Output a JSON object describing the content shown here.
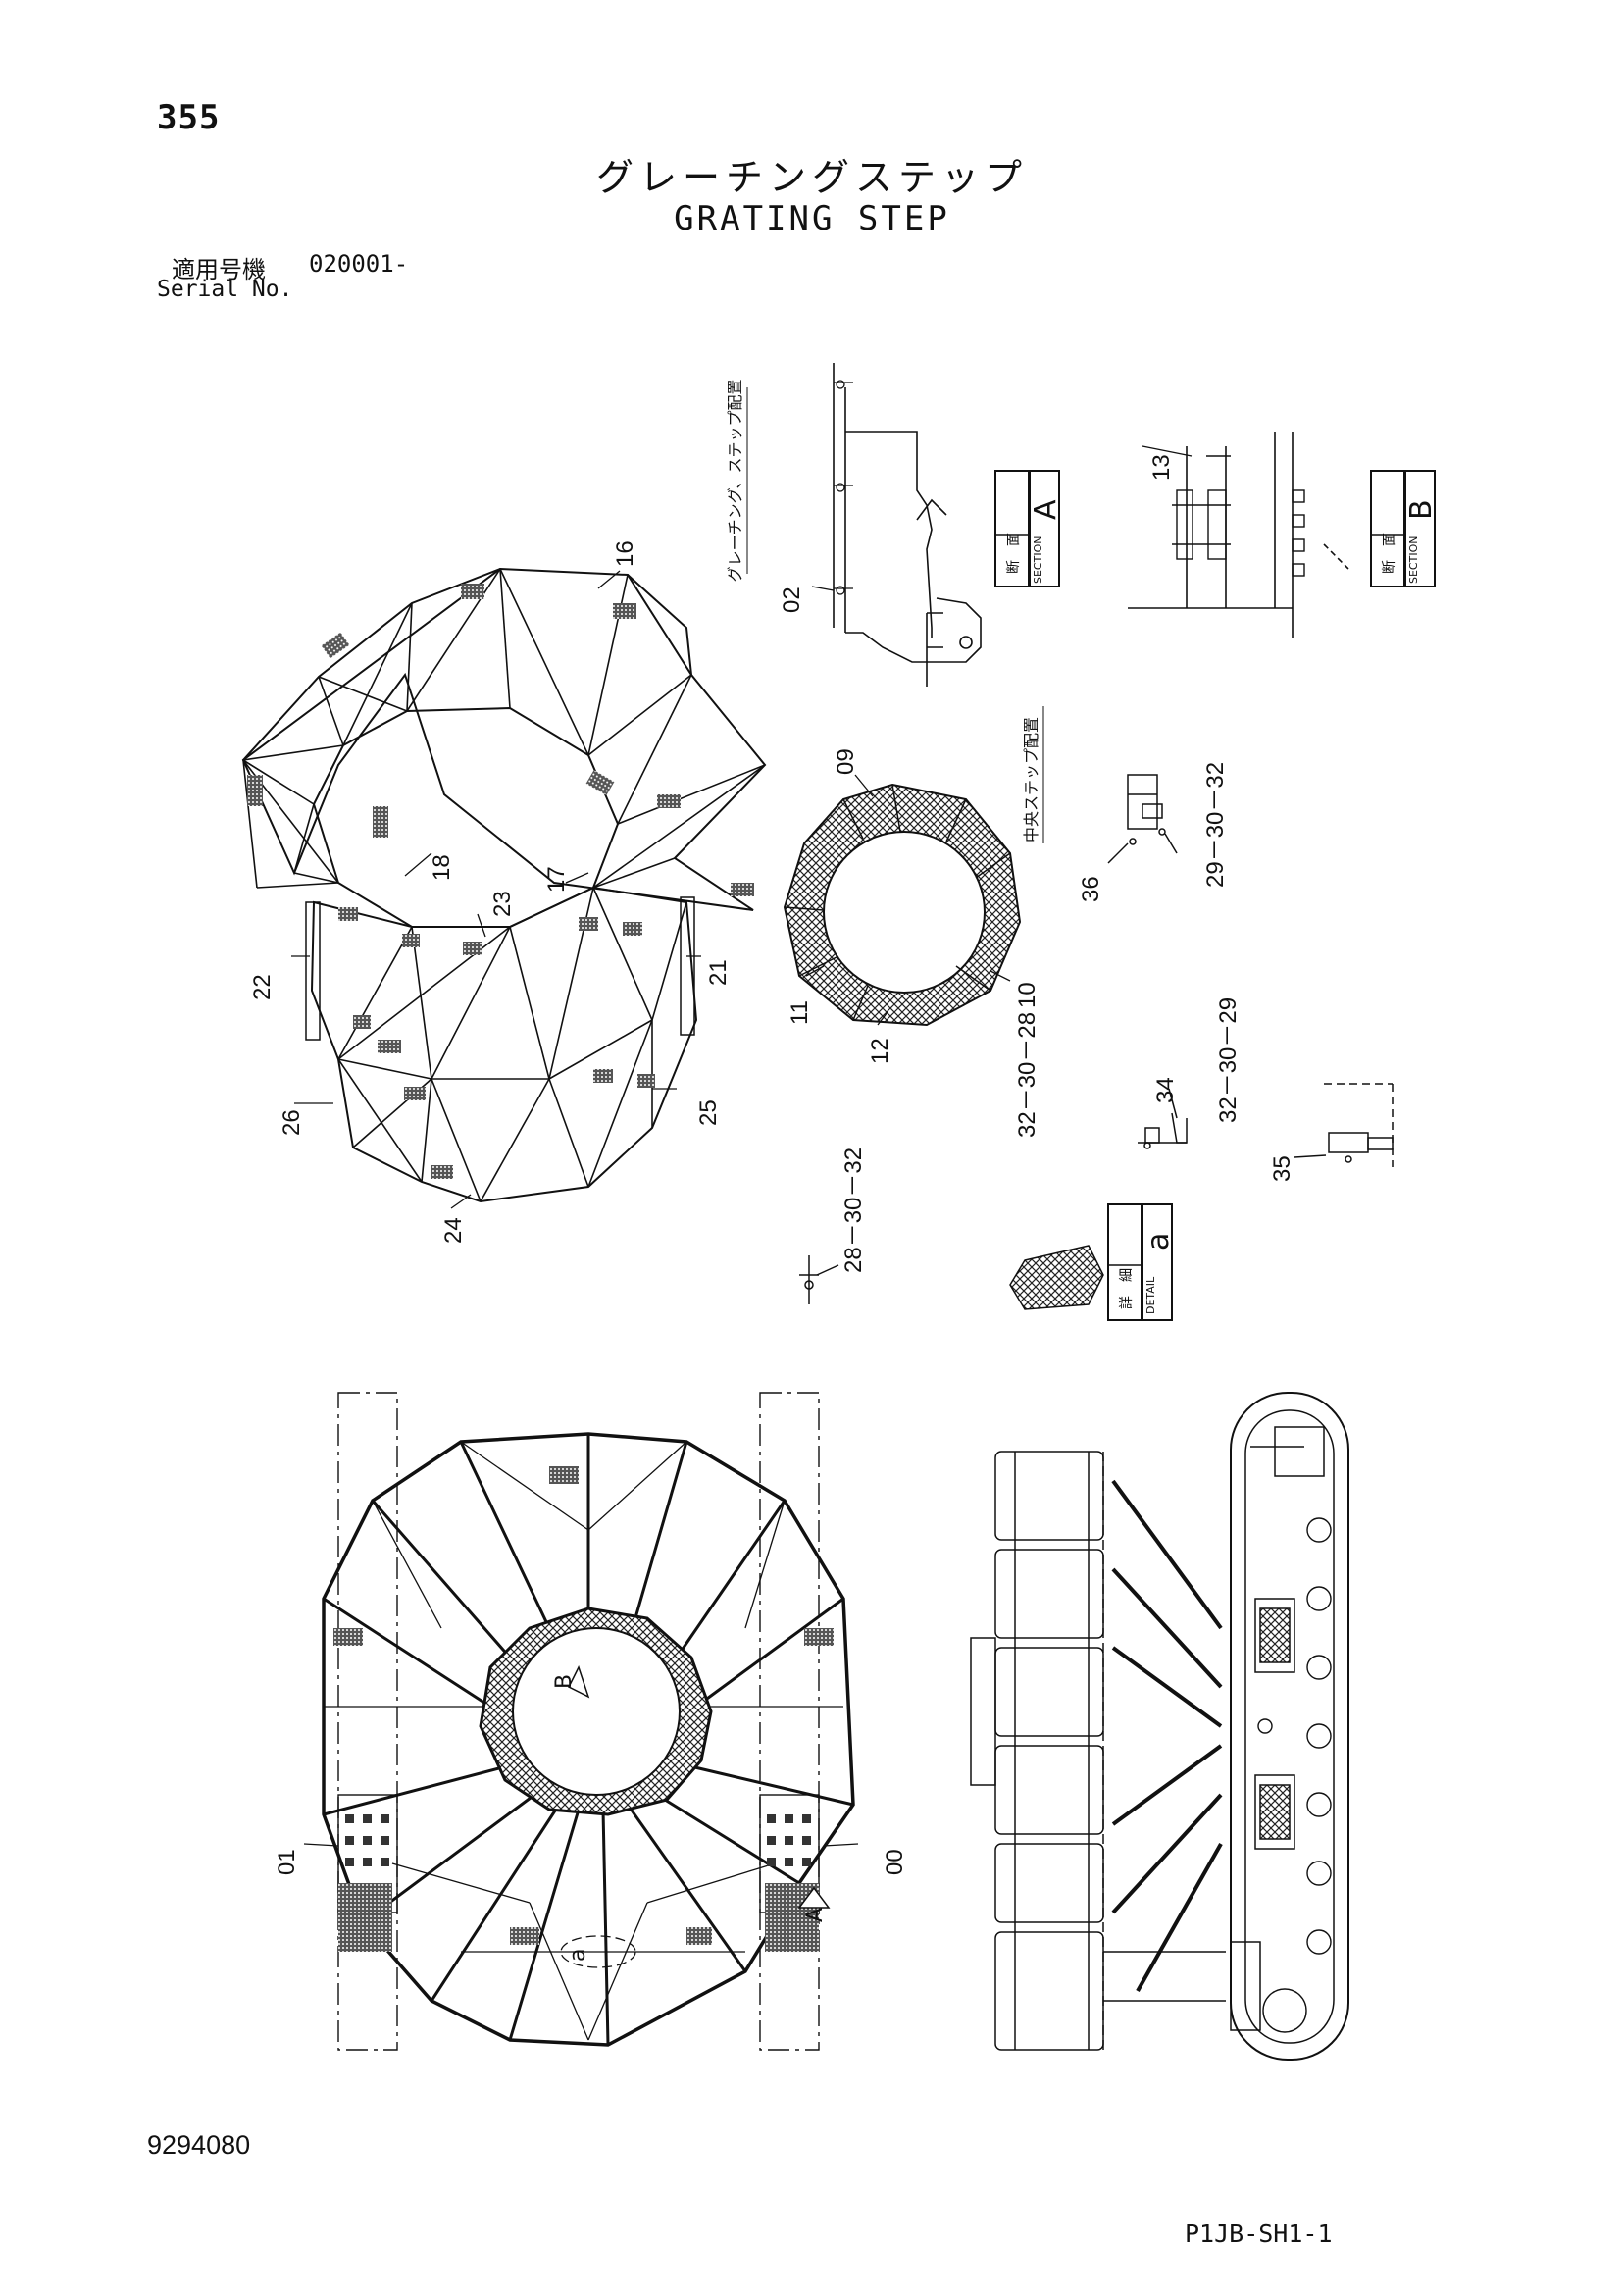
{
  "page": {
    "number": "355",
    "title_jp": "グレーチングステップ",
    "title_en": "GRATING STEP",
    "serial_label_jp": "適用号機",
    "serial_value": "020001-",
    "serial_label_en": "Serial No.",
    "drawing_number": "9294080",
    "sheet_code": "P1JB-SH1-1"
  },
  "views": {
    "grating_layout_caption": "グレーチング、ステップ配置",
    "center_step_caption": "中央ステップ配置"
  },
  "sections": {
    "a": {
      "jp": "断　面",
      "en": "SECTION",
      "letter": "A"
    },
    "b": {
      "jp": "断　面",
      "en": "SECTION",
      "letter": "B"
    },
    "detail": {
      "jp": "詳　細",
      "en": "DETAIL",
      "letter": "a"
    }
  },
  "marks": {
    "A": "A",
    "B": "B",
    "a": "a"
  },
  "callouts": {
    "c00": "00",
    "c01": "01",
    "c02": "02",
    "c09": "09",
    "c10": "10",
    "c11": "11",
    "c12": "12",
    "c13": "13",
    "c16": "16",
    "c17": "17",
    "c18": "18",
    "c21": "21",
    "c22": "22",
    "c23": "23",
    "c24": "24",
    "c25": "25",
    "c26": "26",
    "g36": "36",
    "g29_30_32": "29－30－32",
    "g32_30_28_34": "32－30－28",
    "g34": "34",
    "g32_30_29": "32－30－29",
    "g35": "35",
    "g28_30_32": "28－30－32"
  }
}
